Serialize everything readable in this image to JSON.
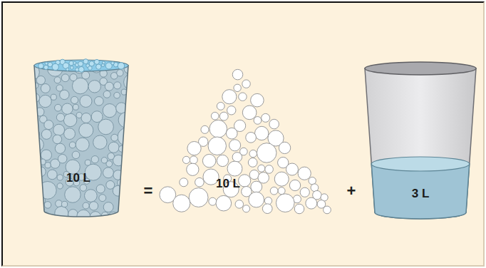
{
  "diagram": {
    "nodes": [
      {
        "text": [
          "10 L"
        ]
      },
      {
        "text": [
          "10 L"
        ]
      },
      {
        "text": [
          "3 L"
        ]
      }
    ],
    "labels": [
      "=",
      "+"
    ]
  }
}
